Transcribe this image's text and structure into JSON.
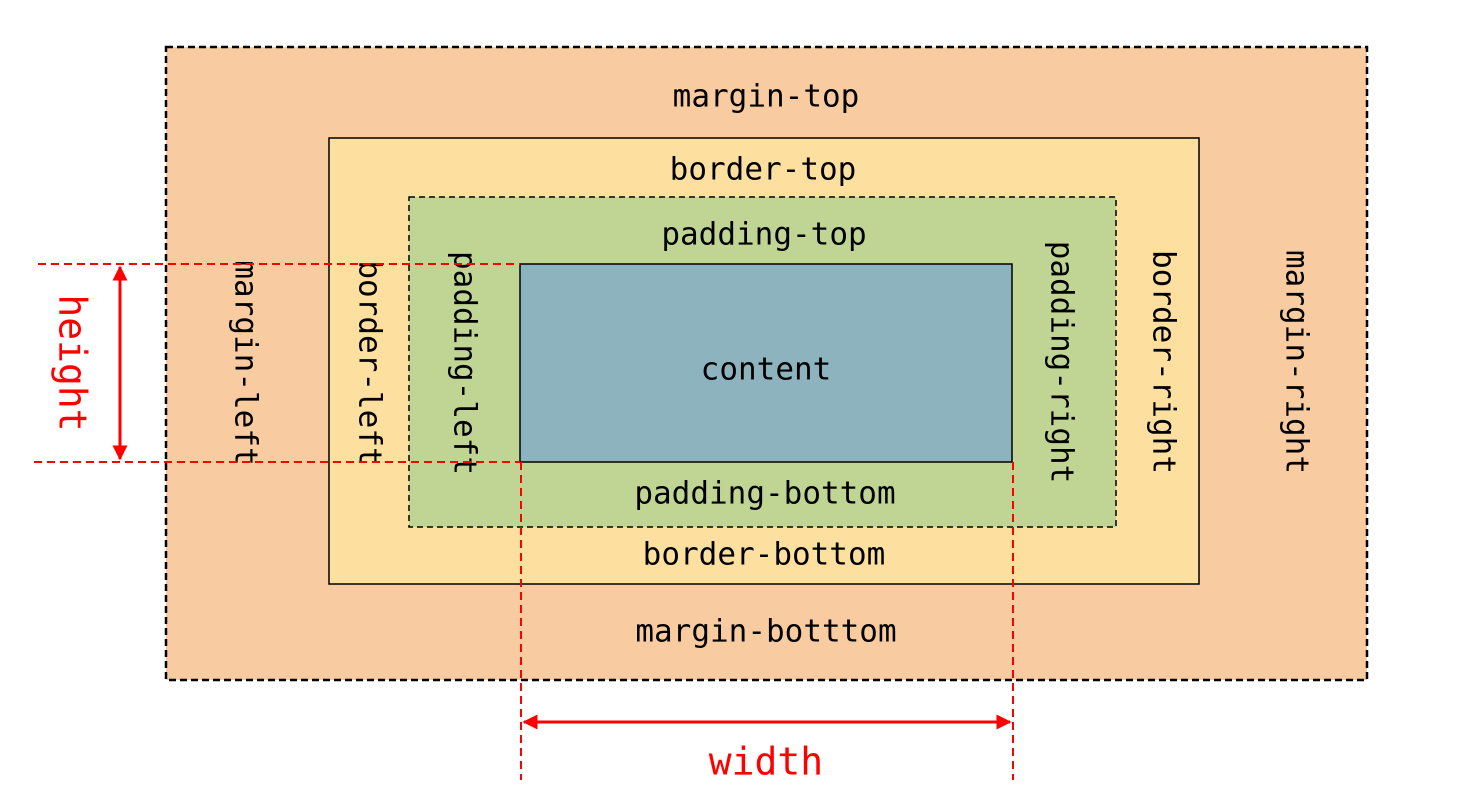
{
  "colors": {
    "margin_fill": "#F8CBA0",
    "border_fill": "#FDDF9F",
    "padding_fill": "#C0D494",
    "content_fill": "#8DB3BF",
    "outline": "#000000",
    "dimension": "#FF0000"
  },
  "margin": {
    "top": "margin-top",
    "bottom": "margin-botttom",
    "left": "margin-left",
    "right": "margin-right"
  },
  "border": {
    "top": "border-top",
    "bottom": "border-bottom",
    "left": "border-left",
    "right": "border-right"
  },
  "padding": {
    "top": "padding-top",
    "bottom": "padding-bottom",
    "left": "padding-left",
    "right": "padding-right"
  },
  "content": {
    "label": "content"
  },
  "dimensions": {
    "width_label": "width",
    "height_label": "height"
  }
}
